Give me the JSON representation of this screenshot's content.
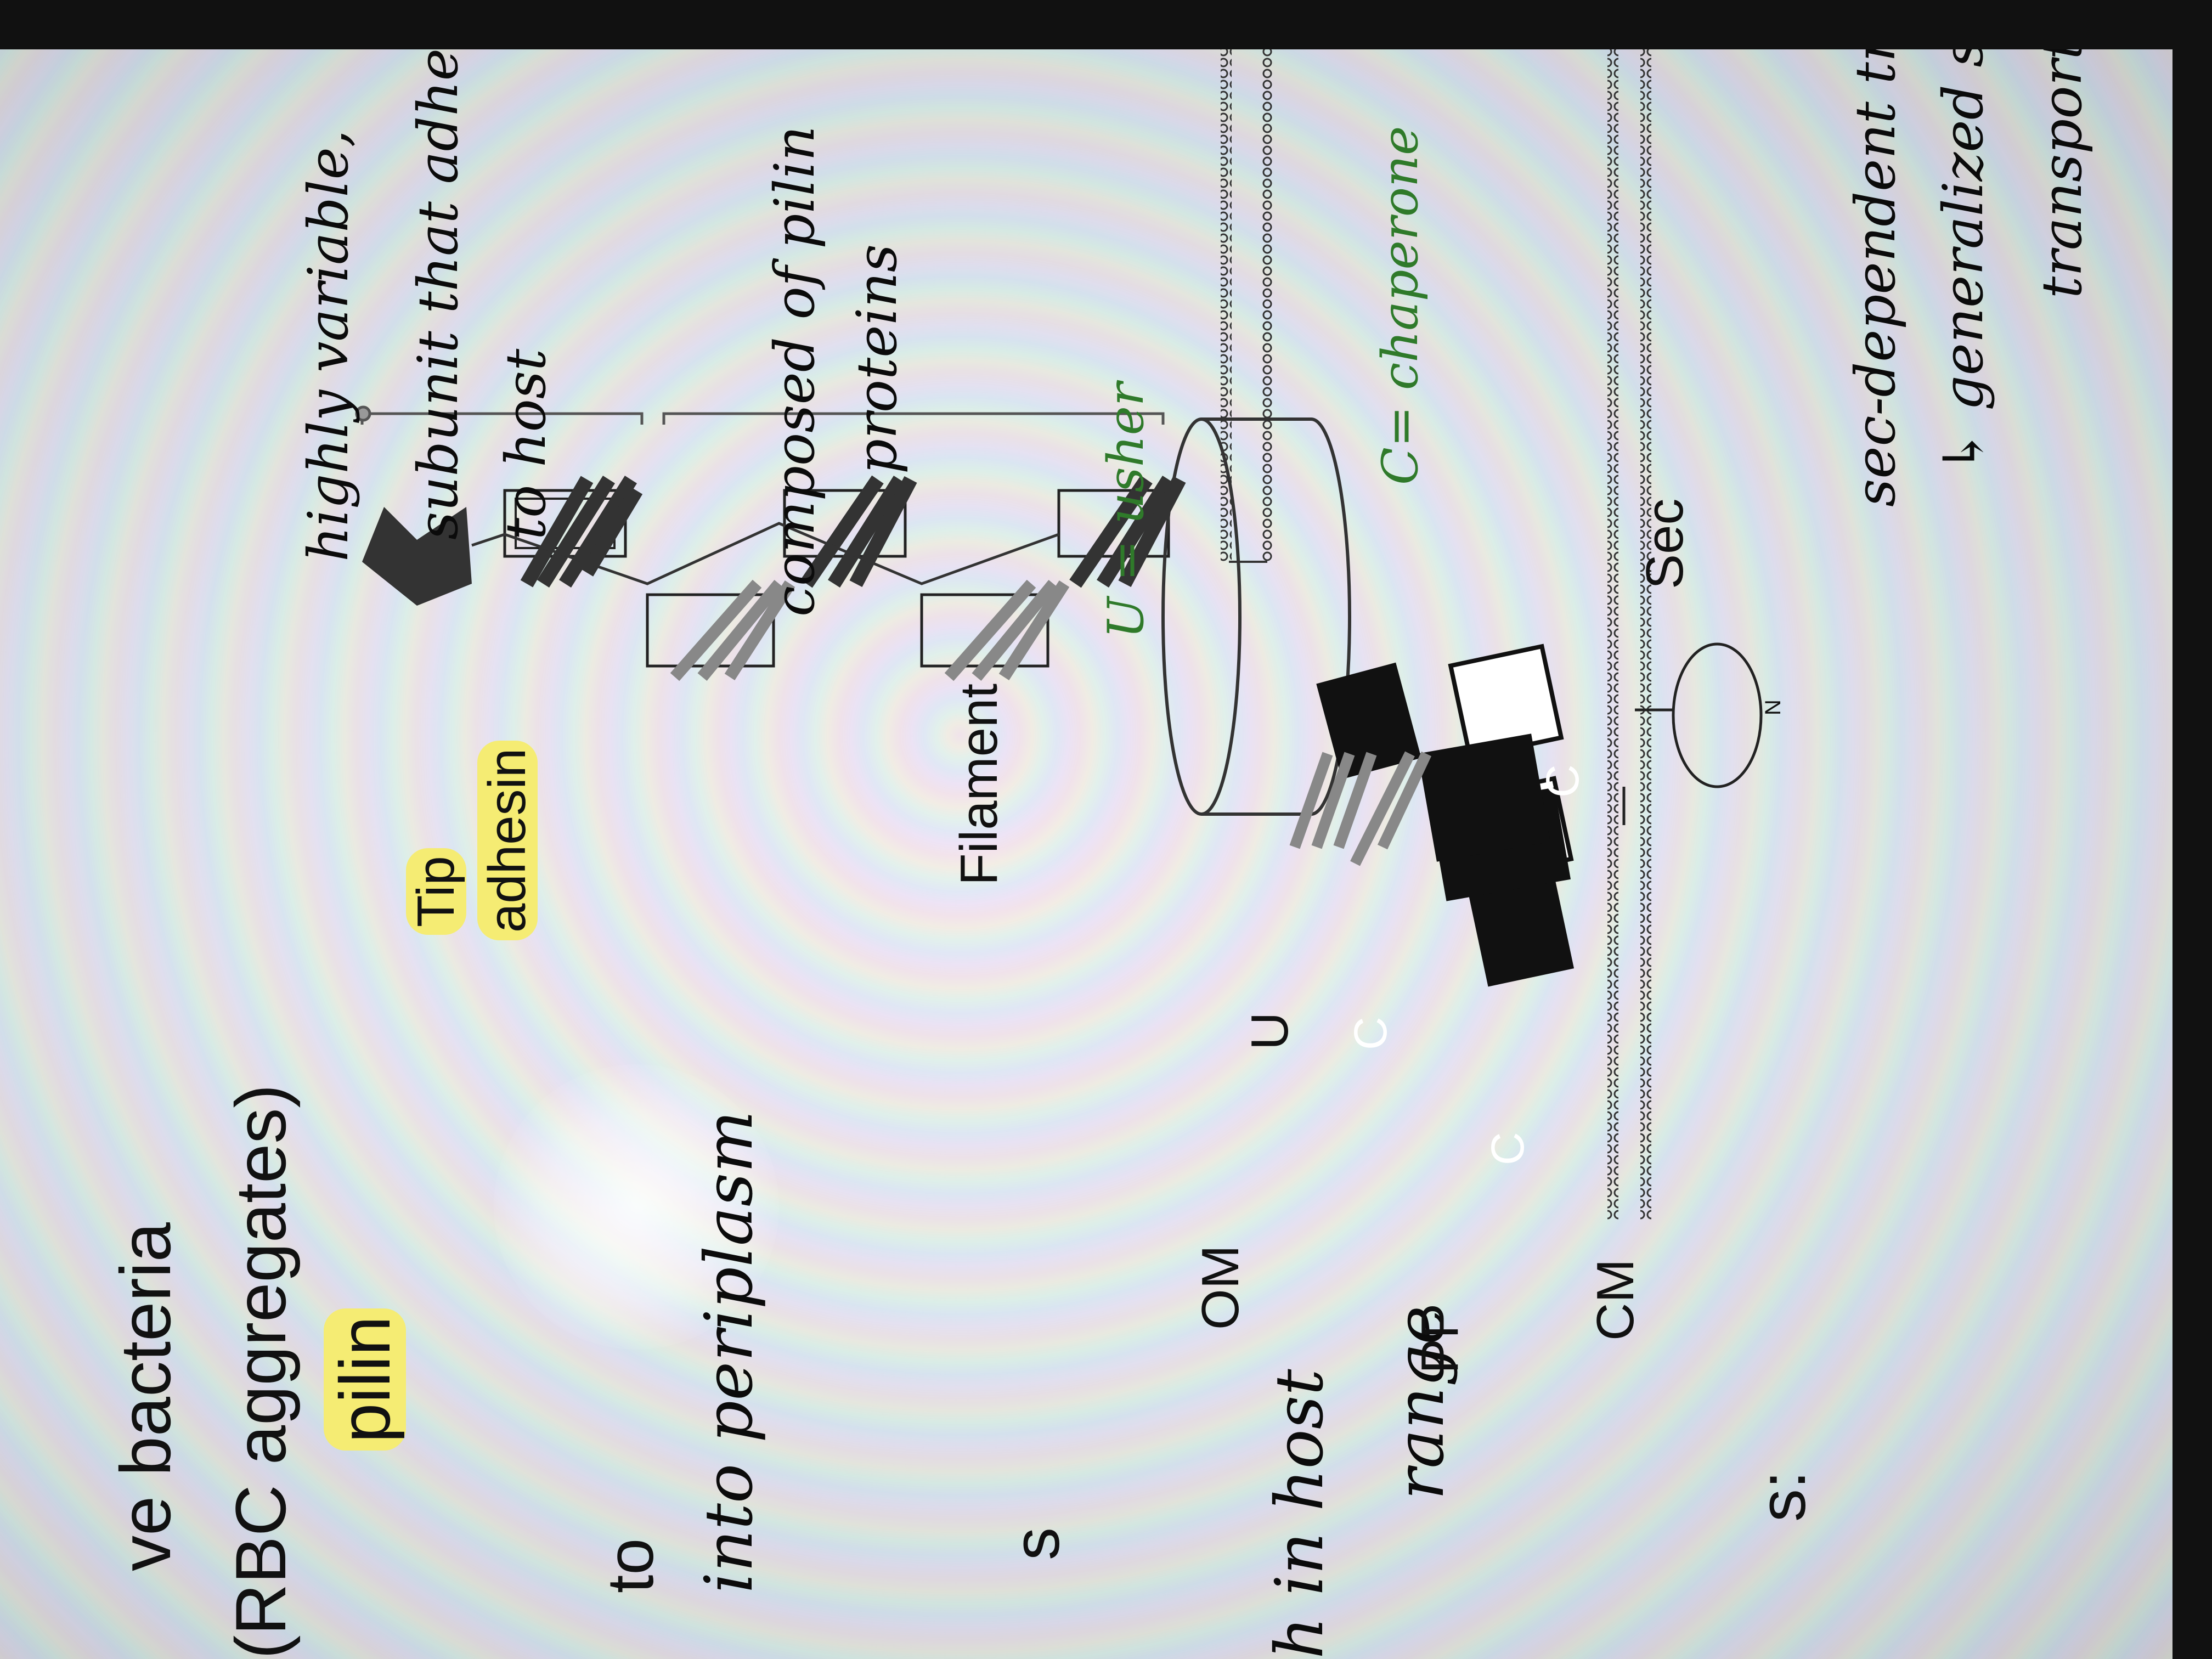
{
  "left_notes": {
    "line1": "ve bacteria",
    "line2": "(RBC aggregates)",
    "line3": "pilin",
    "line4": "to",
    "line5": "into periplasm",
    "line6": "s",
    "line7": "h in host",
    "line8": "range",
    "line9": "s:"
  },
  "diagram": {
    "labels": {
      "tip": "Tip",
      "adhesin": "adhesin",
      "filament": "Filament",
      "om": "OM",
      "pp": "PP",
      "cm": "CM",
      "sec": "Sec",
      "usher_letter": "U",
      "chaperone_letter": "C",
      "n_terminus": "N"
    }
  },
  "annotations": {
    "adhesin_note_1": "highly variable,",
    "adhesin_note_2": "subunit that adheres",
    "adhesin_note_3": "to host",
    "filament_note_1": "composed of pilin",
    "filament_note_2": "proteins",
    "usher_note": "U = usher",
    "chaperone_note": "C= chaperone",
    "sec_note_1": "sec-dependent transport",
    "sec_note_2": "↳ generalized secretory",
    "sec_note_3": "transport"
  },
  "colors": {
    "highlight": "#f5ec73",
    "annotation_green": "#2f7a2a",
    "ink": "#111111"
  }
}
